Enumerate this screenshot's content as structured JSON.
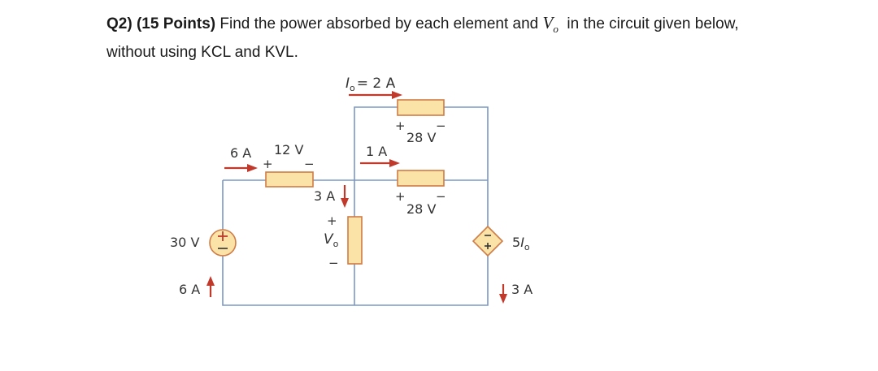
{
  "question": {
    "label": "Q2)",
    "points": "(15 Points)",
    "text_before_var": "Find the power absorbed by each element and",
    "var_main": "V",
    "var_sub": "o",
    "text_after_var": "in the circuit given below,",
    "line2": "without using KCL and KVL."
  },
  "circuit": {
    "io_label": {
      "var": "I",
      "sub": "o",
      "rest": "= 2 A"
    },
    "top_res_voltage": "28 V",
    "mid_res_voltage": "28 V",
    "mid_current": "1 A",
    "left_current": "6 A",
    "left_res_voltage": "12 V",
    "branch_current": "3 A",
    "vo_var": "V",
    "vo_sub": "o",
    "source_voltage": "30 V",
    "source_current": "6 A",
    "dep_source_coef": "5",
    "dep_source_var": "I",
    "dep_source_sub": "o",
    "right_current": "3 A",
    "plus": "+",
    "minus": "−"
  },
  "colors": {
    "wire": "#7b98c4",
    "resistor_fill": "#fbe3a8",
    "resistor_stroke": "#d07c46",
    "arrow": "#c0392b",
    "source_plus": "#c0392b"
  }
}
